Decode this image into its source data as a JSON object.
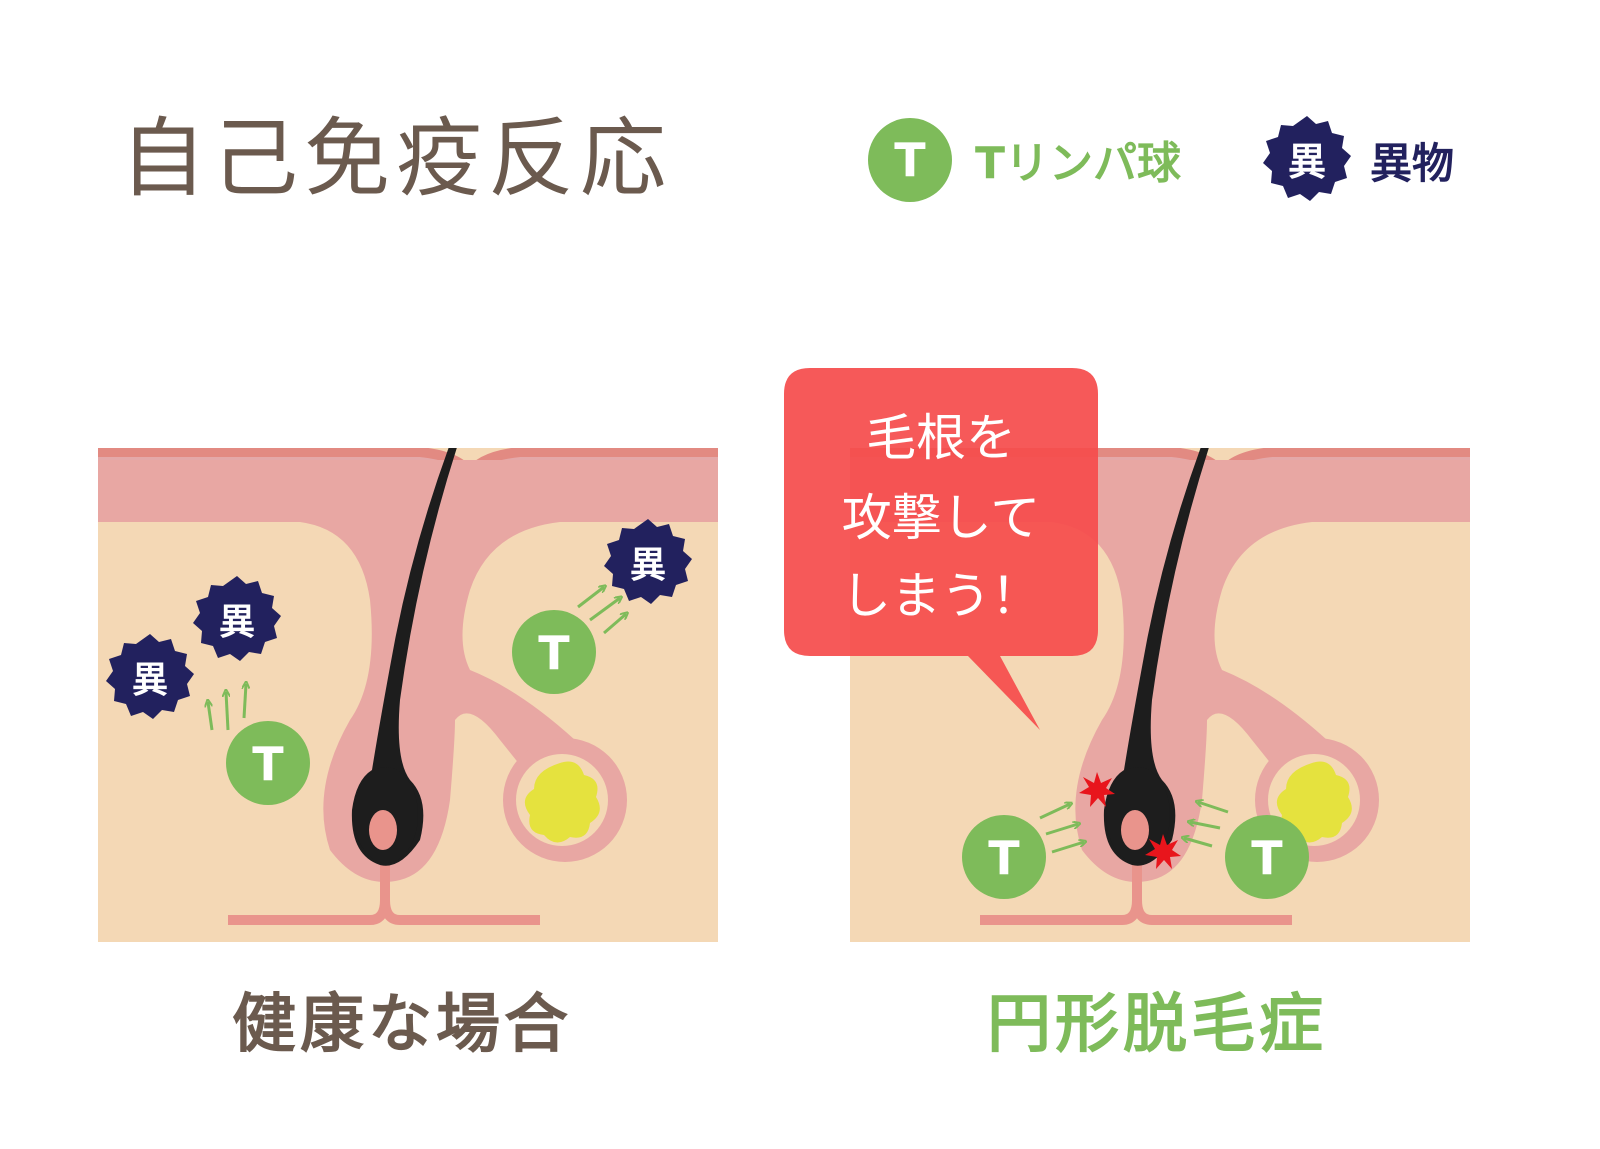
{
  "title": "自己免疫反応",
  "legend": {
    "t_cell_symbol": "T",
    "t_cell_label": "Tリンパ球",
    "foreign_symbol": "異",
    "foreign_label": "異物"
  },
  "panels": {
    "healthy": {
      "caption": "健康な場合"
    },
    "alopecia": {
      "caption": "円形脱毛症",
      "bubble_lines": [
        "毛根を",
        "攻撃して",
        "しまう！"
      ]
    }
  },
  "marks": {
    "t_cell": "T",
    "foreign": "異"
  },
  "colors": {
    "title": "#6b5a4e",
    "t_cell": "#7ebb5a",
    "foreign": "#22215e",
    "skin_top": "#e4a8a8",
    "skin_edge": "#e28a82",
    "dermis": "#f4d8b5",
    "follicle": "#e8a7a3",
    "papilla": "#e9948c",
    "hair": "#1d1d1d",
    "sebaceous": "#e5e23e",
    "bubble": "#f54c4c",
    "spark": "#e8151c",
    "arrow": "#7ebb5a",
    "caption_healthy": "#6b5a4e",
    "caption_alopecia": "#7ebb5a"
  }
}
